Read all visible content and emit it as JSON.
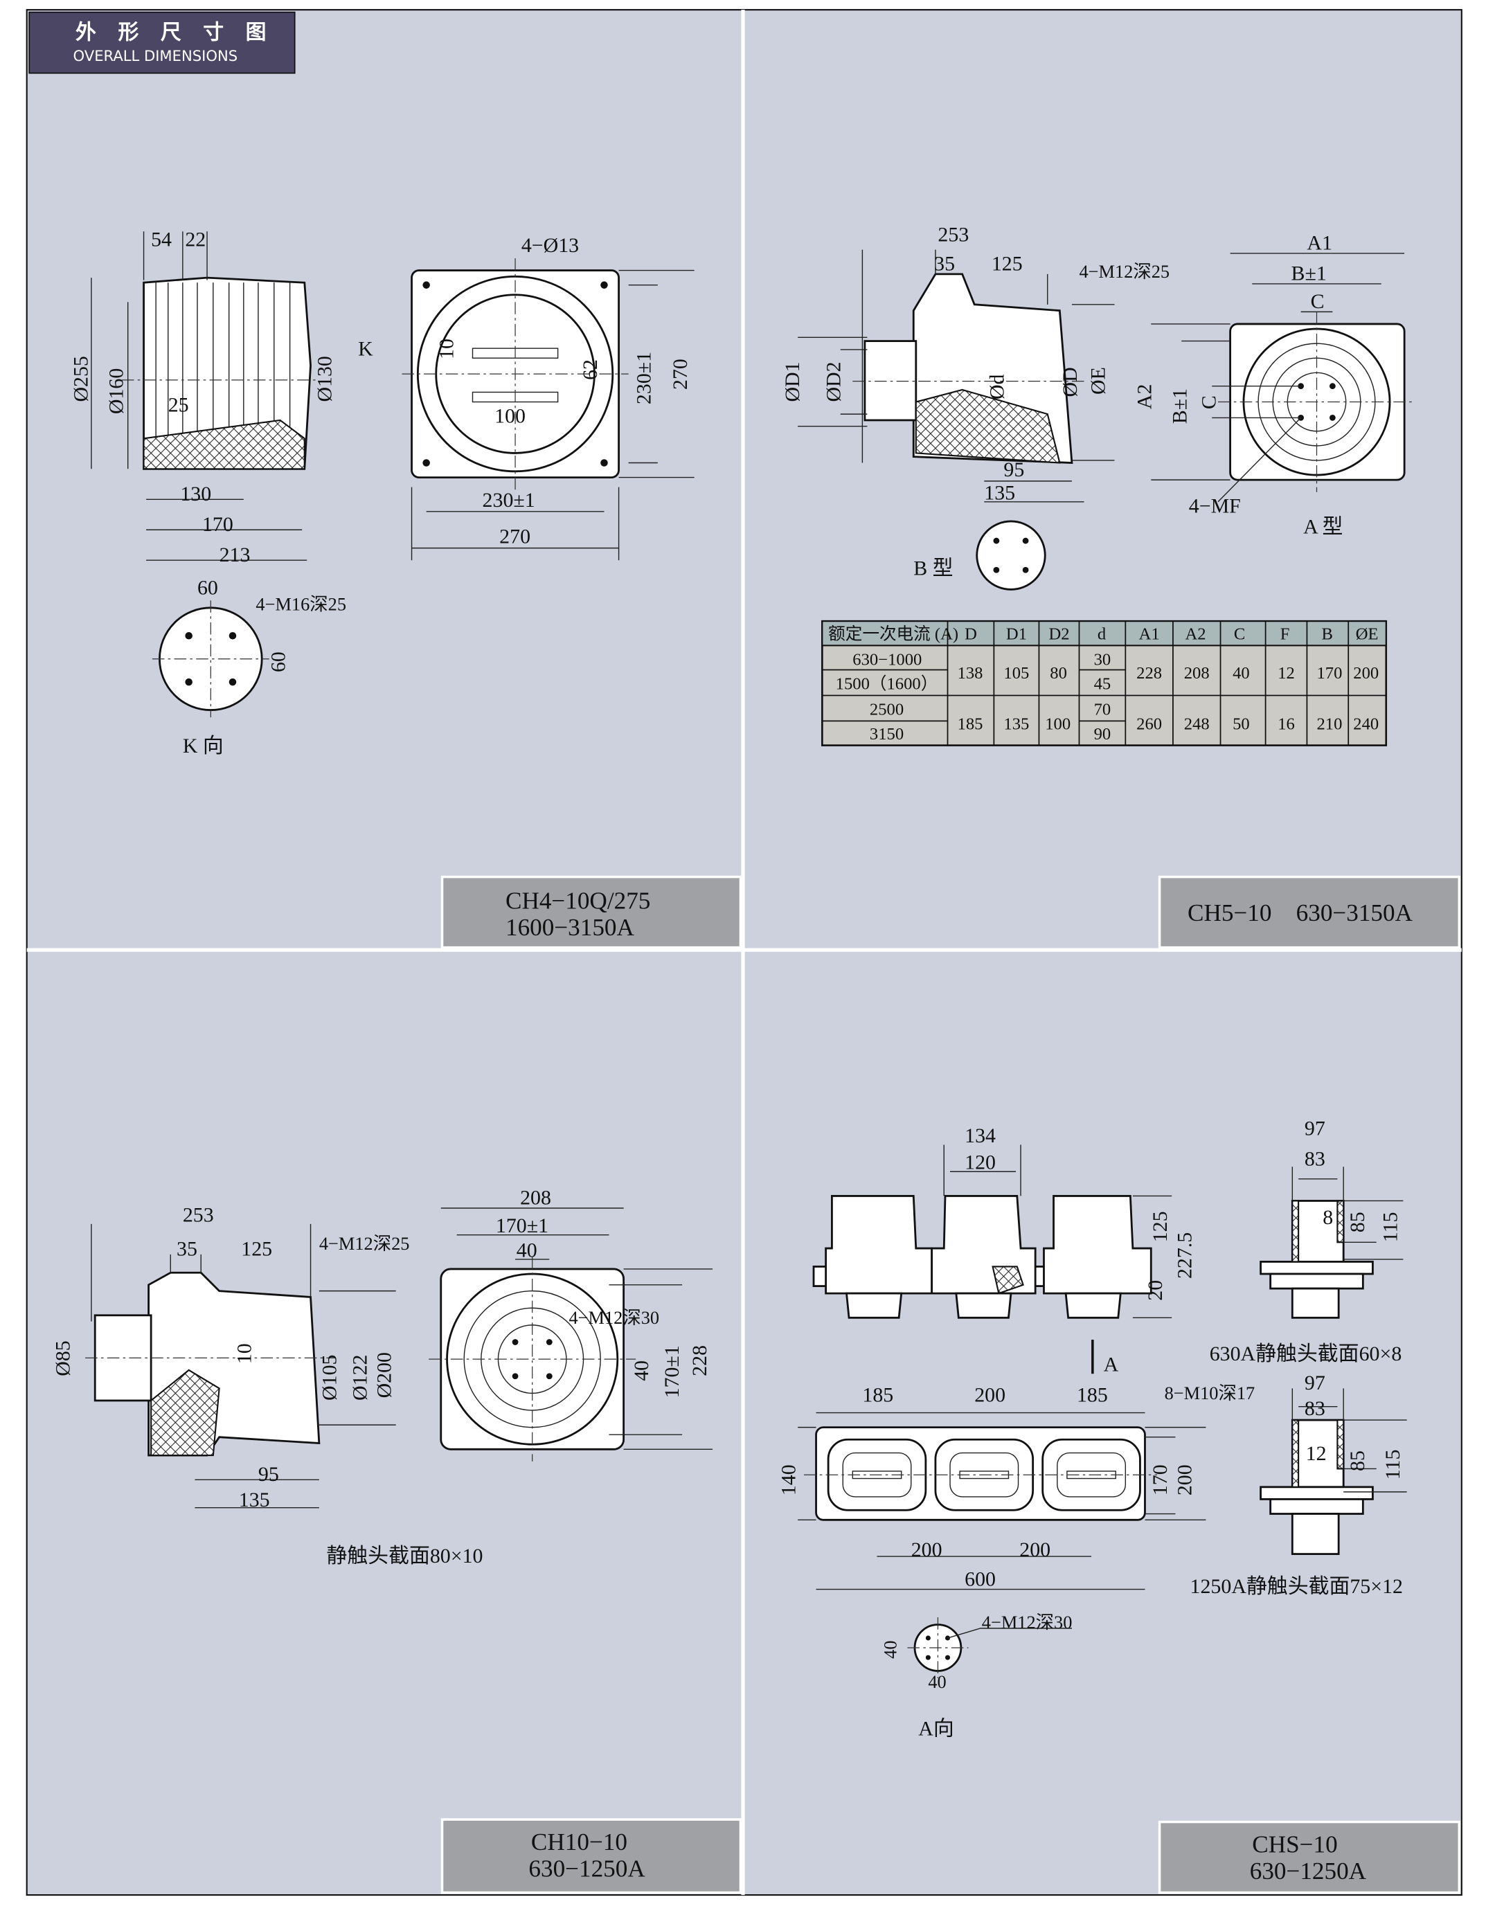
{
  "header": {
    "title_cn": "外 形 尺 寸 图",
    "title_en": "OVERALL DIMENSIONS"
  },
  "panels": [
    {
      "label_line1": "CH4−10Q/275",
      "label_line2": "1600−3150A",
      "dims": [
        "54",
        "22",
        "4−Ø13",
        "Ø255",
        "Ø160",
        "25",
        "Ø130",
        "K",
        "130",
        "170",
        "213",
        "10",
        "62",
        "100",
        "230±1",
        "270",
        "230±1",
        "270",
        "60",
        "4−M16深25",
        "60",
        "K 向"
      ]
    },
    {
      "label_line1": "CH5−10    630−3150A",
      "dims": [
        "253",
        "35",
        "125",
        "4−M12深25",
        "ØD1",
        "ØD2",
        "Ød",
        "ØD",
        "ØE",
        "95",
        "135",
        "B 型",
        "A1",
        "B±1",
        "C",
        "A2",
        "B±1",
        "C",
        "4−MF",
        "A 型"
      ],
      "table": {
        "headers": [
          "额定一次电流 (A)",
          "D",
          "D1",
          "D2",
          "d",
          "A1",
          "A2",
          "C",
          "F",
          "B",
          "ØE"
        ],
        "groups": [
          {
            "currents": [
              "630−1000",
              "1500（1600）"
            ],
            "D": "138",
            "D1": "105",
            "D2": "80",
            "d": [
              "30",
              "45"
            ],
            "A1": "228",
            "A2": "208",
            "C": "40",
            "F": "12",
            "B": "170",
            "E": "200"
          },
          {
            "currents": [
              "2500",
              "3150"
            ],
            "D": "185",
            "D1": "135",
            "D2": "100",
            "d": [
              "70",
              "90"
            ],
            "A1": "260",
            "A2": "248",
            "C": "50",
            "F": "16",
            "B": "210",
            "E": "240"
          }
        ]
      }
    },
    {
      "label_line1": "CH10−10",
      "label_line2": "630−1250A",
      "dims": [
        "253",
        "35",
        "125",
        "4−M12深25",
        "Ø85",
        "10",
        "Ø105",
        "Ø122",
        "Ø200",
        "95",
        "135",
        "静触头截面80×10",
        "208",
        "170±1",
        "40",
        "4−M12深30",
        "40",
        "170±1",
        "228"
      ]
    },
    {
      "label_line1": "CHS−10",
      "label_line2": "630−1250A",
      "dims": [
        "134",
        "120",
        "125",
        "227.5",
        "20",
        "A",
        "97",
        "83",
        "8",
        "85",
        "115",
        "630A静触头截面60×8",
        "185",
        "200",
        "185",
        "8−M10深17",
        "140",
        "170",
        "200",
        "200",
        "200",
        "600",
        "97",
        "83",
        "12",
        "85",
        "115",
        "1250A静触头截面75×12",
        "4−M12深30",
        "40",
        "40",
        "A向"
      ]
    }
  ],
  "colors": {
    "panel_bg": "#cdd1dd",
    "label_bg": "#a0a1a5",
    "header_bg": "#4a4663",
    "table_header": "#a9b8b9",
    "table_body": "#cdcbc6"
  }
}
